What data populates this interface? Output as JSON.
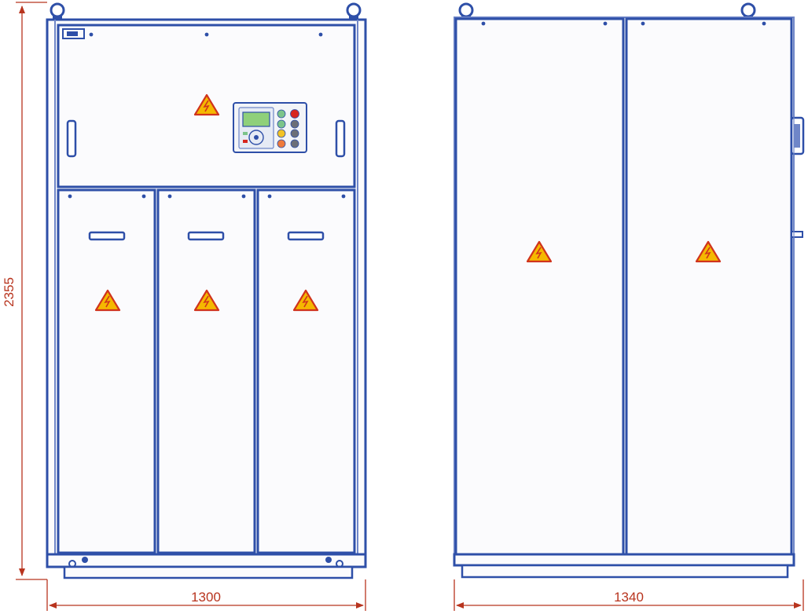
{
  "dimensions": {
    "height_label": "2355",
    "front_width_label": "1300",
    "side_width_label": "1340"
  },
  "colors": {
    "frame": "#2e4fa8",
    "frame_light": "#6f86c8",
    "panel_fill": "#fbfbfd",
    "dimension": "#b8341e",
    "warning_fill": "#f5b800",
    "warning_edge": "#d0331c",
    "screen": "#8fd07a",
    "button_green": "#7bc48a",
    "button_yellow": "#f3c223",
    "button_orange": "#ee7a3a",
    "button_gray": "#6b6f78",
    "button_red": "#d7261e"
  },
  "icons": [
    "high-voltage-warning-icon",
    "lifting-eye-icon",
    "door-handle-icon",
    "control-panel-icon"
  ]
}
